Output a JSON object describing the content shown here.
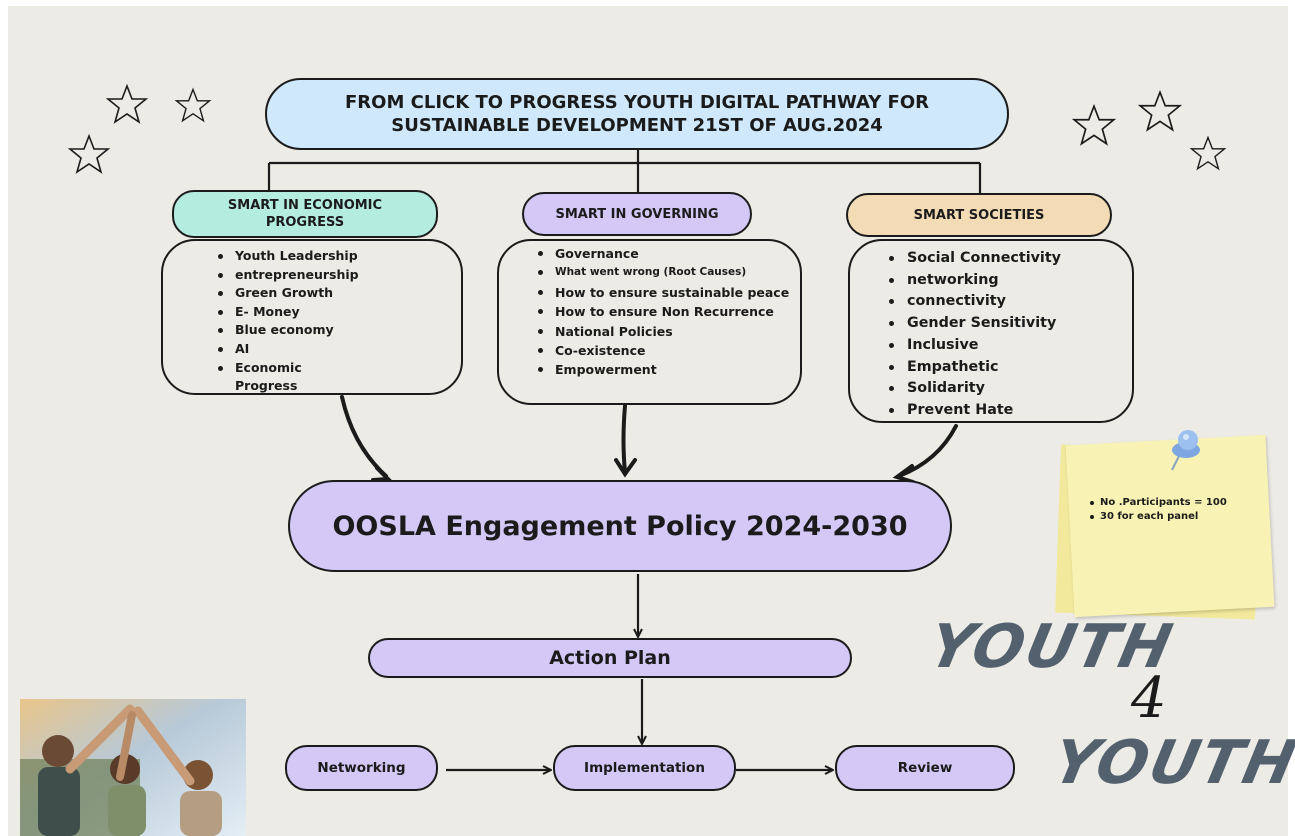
{
  "title": {
    "line1": "FROM CLICK TO PROGRESS YOUTH DIGITAL PATHWAY FOR",
    "line2": "SUSTAINABLE DEVELOPMENT 21ST OF AUG.2024"
  },
  "categories": [
    {
      "label_line1": "SMART IN ECONOMIC",
      "label_line2": "PROGRESS",
      "items": [
        "Youth Leadership",
        "entrepreneurship",
        "Green Growth",
        "E- Money",
        "Blue economy",
        "AI",
        "Economic",
        "Progress"
      ]
    },
    {
      "label_line1": "SMART IN GOVERNING",
      "label_line2": "",
      "items": [
        "Governance",
        "What  went wrong (Root Causes)",
        "How to ensure sustainable peace",
        "How to ensure Non Recurrence",
        "National Policies",
        "Co-existence",
        "Empowerment"
      ]
    },
    {
      "label_line1": "SMART SOCIETIES",
      "label_line2": "",
      "items": [
        "Social Connectivity",
        "networking",
        "connectivity",
        "Gender Sensitivity",
        "Inclusive",
        "Empathetic",
        "Solidarity",
        "Prevent Hate"
      ]
    }
  ],
  "policy_label": "OOSLA Engagement Policy 2024-2030",
  "action_plan_label": "Action Plan",
  "steps": {
    "networking": "Networking",
    "implementation": "Implementation",
    "review": "Review"
  },
  "sticky_note": {
    "items": [
      "No .Participants = 100",
      "30 for each panel"
    ]
  },
  "brand": {
    "top": "YOUTH",
    "middle": "4",
    "bottom": "YOUTH"
  },
  "colors": {
    "background": "#ecebe6",
    "title_fill": "#cfe8fb",
    "economic_fill": "#b5ece0",
    "governing_fill": "#d3c8f6",
    "societies_fill": "#f2dbb5",
    "policy_fill": "#d3c8f6",
    "sticky_note": "#f8f3b4",
    "brand_text": "#53606e"
  }
}
